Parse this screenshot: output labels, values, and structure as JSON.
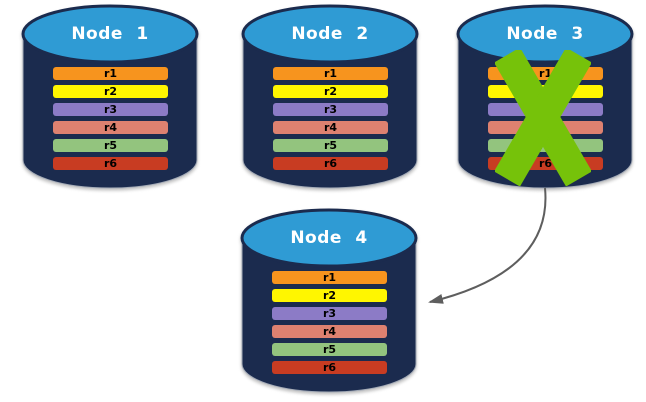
{
  "page": {
    "background": "#FFFFFF"
  },
  "colors": {
    "cylinder_body": "#1B2B4E",
    "cylinder_top": "#2F9BD4",
    "cylinder_outline": "#A5ACB8",
    "x_mark": "#76C20A",
    "arrow": "#5E5E5E",
    "node_label_text": "#FFFFFF",
    "row_label_text": "#000000"
  },
  "nodes": [
    {
      "label": "Node 1",
      "rows": [
        {
          "label": "r1",
          "color": "#F7941E"
        },
        {
          "label": "r2",
          "color": "#FFF600"
        },
        {
          "label": "r3",
          "color": "#8C7BC6"
        },
        {
          "label": "r4",
          "color": "#DE8170"
        },
        {
          "label": "r5",
          "color": "#93C47E"
        },
        {
          "label": "r6",
          "color": "#C83C22"
        }
      ]
    },
    {
      "label": "Node 2",
      "rows": [
        {
          "label": "r1",
          "color": "#F7941E"
        },
        {
          "label": "r2",
          "color": "#FFF600"
        },
        {
          "label": "r3",
          "color": "#8C7BC6"
        },
        {
          "label": "r4",
          "color": "#DE8170"
        },
        {
          "label": "r5",
          "color": "#93C47E"
        },
        {
          "label": "r6",
          "color": "#C83C22"
        }
      ]
    },
    {
      "label": "Node 3",
      "crossed_out": true,
      "rows": [
        {
          "label": "r1",
          "color": "#F7941E"
        },
        {
          "label": "r2",
          "color": "#FFF600"
        },
        {
          "label": "r3",
          "color": "#8C7BC6"
        },
        {
          "label": "r4",
          "color": "#DE8170"
        },
        {
          "label": "r5",
          "color": "#93C47E"
        },
        {
          "label": "r6",
          "color": "#C83C22"
        }
      ]
    },
    {
      "label": "Node 4",
      "rows": [
        {
          "label": "r1",
          "color": "#F7941E"
        },
        {
          "label": "r2",
          "color": "#FFF600"
        },
        {
          "label": "r3",
          "color": "#8C7BC6"
        },
        {
          "label": "r4",
          "color": "#DE8170"
        },
        {
          "label": "r5",
          "color": "#93C47E"
        },
        {
          "label": "r6",
          "color": "#C83C22"
        }
      ]
    }
  ],
  "arrow": {
    "from": "Node 3",
    "to": "Node 4"
  }
}
